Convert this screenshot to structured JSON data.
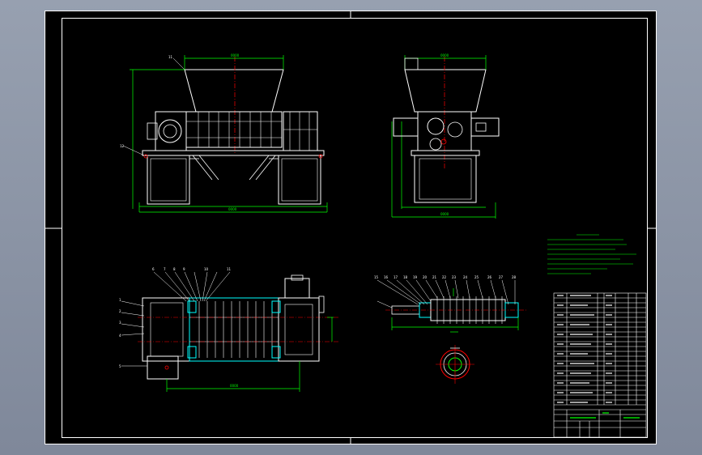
{
  "drawing": {
    "title": "",
    "note_color": "#00ff00",
    "line_color": "#ffffff",
    "dim_color": "#00ff00",
    "center_color": "#ff0000",
    "part_color": "#00ffff",
    "sheet_background": "#000000"
  },
  "views": [
    {
      "name": "front-elevation"
    },
    {
      "name": "side-elevation"
    },
    {
      "name": "top-plan"
    },
    {
      "name": "shaft-detail"
    },
    {
      "name": "section-circle"
    }
  ],
  "balloons_plan": [
    "1",
    "2",
    "3",
    "4",
    "5",
    "6",
    "7",
    "8",
    "9",
    "10",
    "11"
  ],
  "balloons_shaft": [
    "15",
    "16",
    "17",
    "18",
    "19",
    "20",
    "21",
    "22",
    "23",
    "24",
    "25",
    "26",
    "27",
    "28"
  ]
}
